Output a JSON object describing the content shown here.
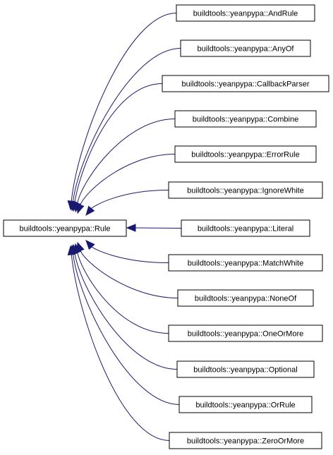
{
  "base_class": {
    "label": "buildtools::yeanpypa::Rule"
  },
  "derived_classes": [
    {
      "label": "buildtools::yeanpypa::AndRule"
    },
    {
      "label": "buildtools::yeanpypa::AnyOf"
    },
    {
      "label": "buildtools::yeanpypa::CallbackParser"
    },
    {
      "label": "buildtools::yeanpypa::Combine"
    },
    {
      "label": "buildtools::yeanpypa::ErrorRule"
    },
    {
      "label": "buildtools::yeanpypa::IgnoreWhite"
    },
    {
      "label": "buildtools::yeanpypa::Literal"
    },
    {
      "label": "buildtools::yeanpypa::MatchWhite"
    },
    {
      "label": "buildtools::yeanpypa::NoneOf"
    },
    {
      "label": "buildtools::yeanpypa::OneOrMore"
    },
    {
      "label": "buildtools::yeanpypa::Optional"
    },
    {
      "label": "buildtools::yeanpypa::OrRule"
    },
    {
      "label": "buildtools::yeanpypa::ZeroOrMore"
    }
  ],
  "colors": {
    "edge": "#191970",
    "node_border": "#000000",
    "node_fill": "#ffffff"
  }
}
